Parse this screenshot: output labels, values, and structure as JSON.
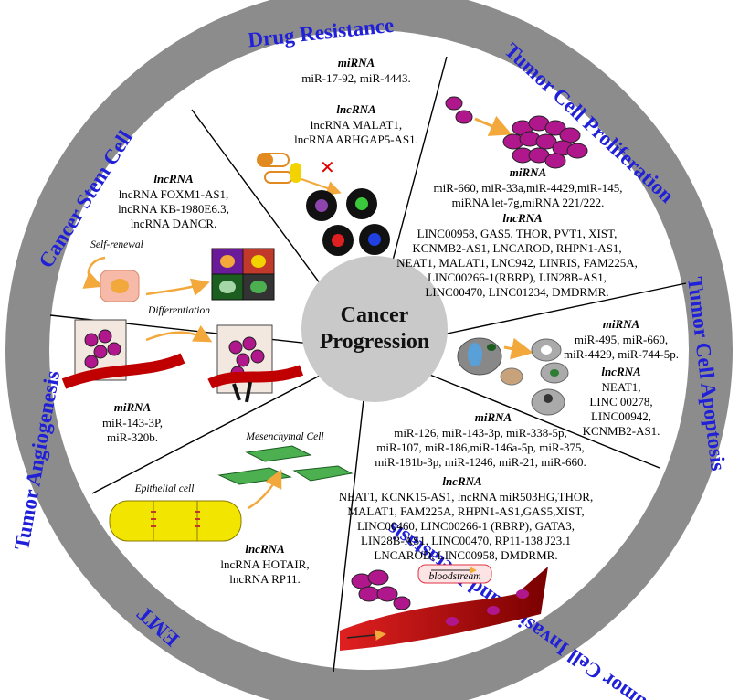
{
  "center": {
    "line1": "Cancer",
    "line2": "Progression"
  },
  "colors": {
    "ring": "#8c8c8c",
    "title": "#2020d8",
    "center": "#c9c9c9",
    "cell": "#b0178c",
    "arrow": "#f2a83a"
  },
  "segments": {
    "drug_resistance": {
      "title": "Drug Resistance",
      "mirna_head": "miRNA",
      "mirna_lines": [
        "miR-17-92, miR-4443."
      ],
      "lncrna_head": "lncRNA",
      "lncrna_lines": [
        "lncRNA MALAT1,",
        "lncRNA ARHGAP5-AS1."
      ]
    },
    "proliferation": {
      "title": "Tumor Cell Proliferation",
      "mirna_head": "miRNA",
      "mirna_lines": [
        "miR-660, miR-33a,miR-4429,miR-145,",
        "miRNA let-7g,miRNA 221/222."
      ],
      "lncrna_head": "lncRNA",
      "lncrna_lines": [
        "LINC00958, GAS5, THOR, PVT1, XIST,",
        "KCNMB2-AS1, LNCAROD, RHPN1-AS1,",
        "NEAT1, MALAT1, LNC942, LINRIS, FAM225A,",
        "LINC00266-1(RBRP), LIN28B-AS1,",
        "LINC00470, LINC01234, DMDRMR."
      ]
    },
    "apoptosis": {
      "title": "Tumor Cell Apoptosis",
      "mirna_head": "miRNA",
      "mirna_lines": [
        "miR-495, miR-660,",
        "miR-4429, miR-744-5p."
      ],
      "lncrna_head": "lncRNA",
      "lncrna_lines": [
        "NEAT1,",
        "LINC 00278,",
        "LINC00942,",
        "KCNMB2-AS1."
      ]
    },
    "invasion": {
      "title": "Tumor Cell Invasion and Metastasis",
      "mirna_head": "miRNA",
      "mirna_lines": [
        "miR-126, miR-143-3p, miR-338-5p,",
        "miR-107, miR-186,miR-146a-5p, miR-375,",
        "miR-181b-3p, miR-1246, miR-21, miR-660."
      ],
      "lncrna_head": "lncRNA",
      "lncrna_lines": [
        "NEAT1, KCNK15-AS1, lncRNA miR503HG,THOR,",
        "MALAT1, FAM225A, RHPN1-AS1,GAS5,XIST,",
        "LINC00460, LINC00266-1 (RBRP), GATA3,",
        "LIN28B-AS1, LINC00470, RP11-138 J23.1",
        "LNCAROD, LINC00958, DMDRMR."
      ],
      "bloodstream_label": "bloodstream"
    },
    "emt": {
      "title": "EMT",
      "lncrna_head": "lncRNA",
      "lncrna_lines": [
        "lncRNA HOTAIR,",
        "lncRNA RP11."
      ],
      "epithelial_label": "Epithelial cell",
      "mesenchymal_label": "Mesenchymal Cell"
    },
    "angiogenesis": {
      "title": "Tumor Angiogenesis",
      "mirna_head": "miRNA",
      "mirna_lines": [
        "miR-143-3P,",
        "miR-320b."
      ]
    },
    "stem_cell": {
      "title": "Cancer Stem Cell",
      "lncrna_head": "lncRNA",
      "lncrna_lines": [
        "lncRNA FOXM1-AS1,",
        "lncRNA KB-1980E6.3,",
        "lncRNA DANCR."
      ],
      "self_renewal_label": "Self-renewal",
      "differentiation_label": "Differentiation"
    }
  }
}
